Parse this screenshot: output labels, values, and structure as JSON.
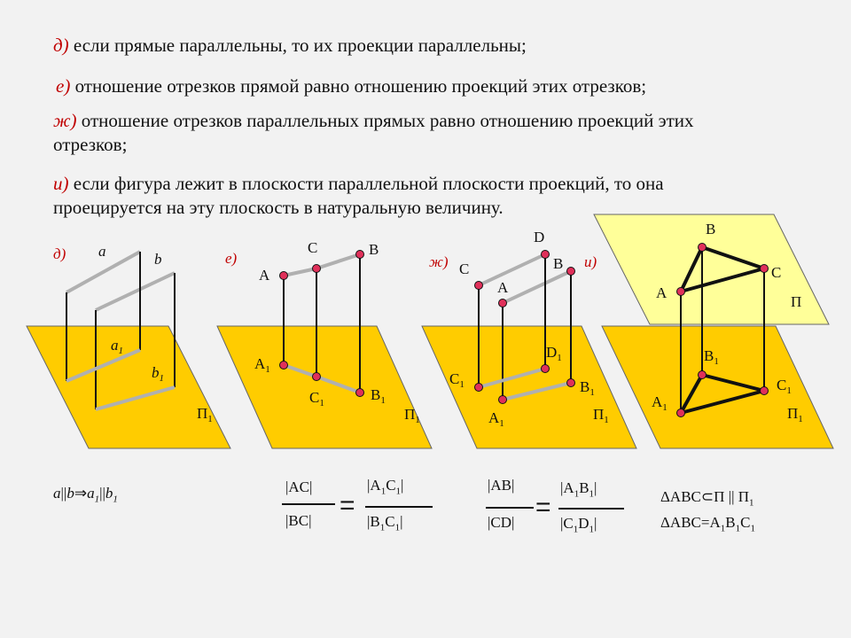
{
  "text": {
    "d": {
      "mark": "д)",
      "body": " если прямые параллельны, то их проекции параллельны;"
    },
    "e": {
      "mark": "е)",
      "body": " отношение отрезков прямой равно отношению проекций этих отрезков;"
    },
    "zh": {
      "mark": "ж)",
      "body1": " отношение отрезков параллельных прямых равно отношению проекций этих",
      "body2": "отрезков;"
    },
    "i": {
      "mark": "и)",
      "body1": " если фигура лежит в плоскости параллельной плоскости проекций, то она",
      "body2": "проецируется на эту плоскость в натуральную величину."
    }
  },
  "diagrams": {
    "d": {
      "tag": "д)",
      "a": "a",
      "b": "b",
      "a1": "a",
      "b1": "b",
      "sub": "1",
      "plane": "П",
      "plane_sub": "1"
    },
    "e": {
      "tag": "е)",
      "A": "A",
      "C": "C",
      "B": "B",
      "A1": "A",
      "C1": "C",
      "B1": "B",
      "sub": "1",
      "plane": "П",
      "plane_sub": "1"
    },
    "zh": {
      "tag": "ж)",
      "C": "C",
      "A": "A",
      "D": "D",
      "B": "B",
      "C1": "C",
      "A1": "A",
      "D1": "D",
      "B1": "B",
      "sub": "1",
      "plane": "П",
      "plane_sub": "1"
    },
    "i": {
      "tag": "и)",
      "B": "B",
      "A": "A",
      "C": "C",
      "top_plane": "П",
      "B1": "B",
      "A1": "A",
      "C1": "C",
      "sub": "1",
      "plane": "П",
      "plane_sub": "1"
    }
  },
  "formulas": {
    "d": {
      "a": "a",
      "par1": "||",
      "b": "b",
      "implies": "⇒",
      "a1": "a",
      "par2": "||",
      "b1": "b",
      "sub": "1"
    },
    "e": {
      "num_left": "|AC|",
      "den_left": "|BC|",
      "eq": "=",
      "num_right_a": "|A",
      "num_right_b": "C",
      "num_right_end": "|",
      "den_right_a": "|B",
      "den_right_b": "C",
      "den_right_end": "|",
      "sub": "1"
    },
    "zh": {
      "num_left": "|AB|",
      "den_left": "|CD|",
      "eq": "=",
      "num_right_a": "|A",
      "num_right_b": "B",
      "num_right_end": "|",
      "den_right_a": "|C",
      "den_right_b": "D",
      "den_right_end": "|",
      "sub": "1"
    },
    "i": {
      "line1_a": "ΔABC",
      "line1_sub": "⊂",
      "line1_b": "П",
      "line1_par": "||",
      "line1_c": "П",
      "line2_a": "ΔABC=A",
      "line2_b": "B",
      "line2_c": "C",
      "sub": "1"
    }
  },
  "colors": {
    "plane": "#ffcc00",
    "top_plane": "#ffff99",
    "point": "#e0305a",
    "line_grey": "#b0b0b0",
    "mark": "#c00000"
  }
}
